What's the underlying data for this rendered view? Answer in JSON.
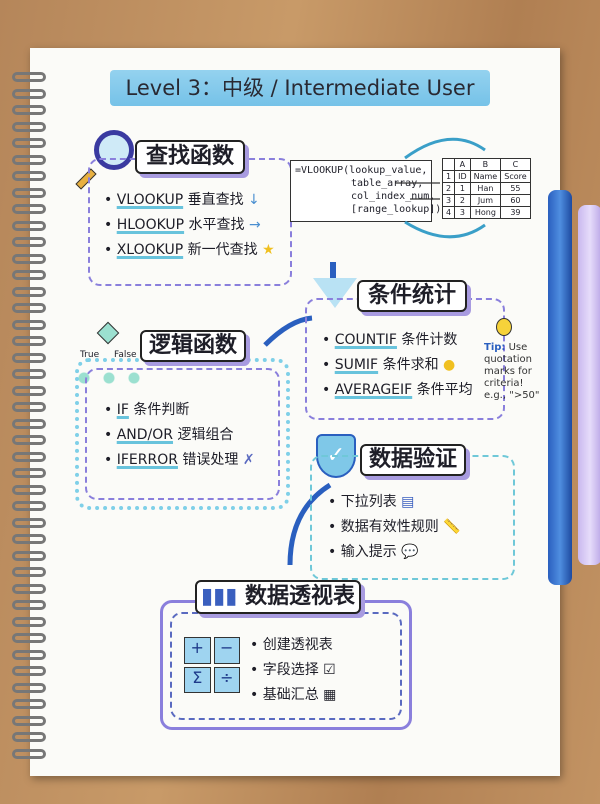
{
  "title": "Level 3：中级 / Intermediate User",
  "lookup": {
    "title": "查找函数",
    "items": [
      {
        "en": "VLOOKUP",
        "zh": "垂直查找",
        "mark": "↓"
      },
      {
        "en": "HLOOKUP",
        "zh": "水平查找",
        "mark": "→"
      },
      {
        "en": "XLOOKUP",
        "zh": "新一代查找",
        "mark": "★"
      }
    ],
    "formula": [
      "=VLOOKUP(lookup_value,",
      "table_array,",
      "col_index_num,",
      "[range_lookup])"
    ],
    "table": {
      "headers": [
        "",
        "A",
        "B",
        "C"
      ],
      "rows": [
        [
          "1",
          "ID",
          "Name",
          "Score"
        ],
        [
          "2",
          "1",
          "Han",
          "55"
        ],
        [
          "3",
          "2",
          "Jum",
          "60"
        ],
        [
          "4",
          "3",
          "Hong",
          "39"
        ]
      ]
    }
  },
  "stats": {
    "title": "条件统计",
    "items": [
      {
        "en": "COUNTIF",
        "zh": "条件计数"
      },
      {
        "en": "SUMIF",
        "zh": "条件求和"
      },
      {
        "en": "AVERAGEIF",
        "zh": "条件平均"
      }
    ],
    "tip_label": "Tip:",
    "tip_text": "Use quotation marks for criteria! e.g., \">50\""
  },
  "logic": {
    "title": "逻辑函数",
    "true_label": "True",
    "false_label": "False",
    "items": [
      {
        "en": "IF",
        "zh": "条件判断"
      },
      {
        "en": "AND/OR",
        "zh": "逻辑组合"
      },
      {
        "en": "IFERROR",
        "zh": "错误处理"
      }
    ]
  },
  "validation": {
    "title": "数据验证",
    "items": [
      "下拉列表",
      "数据有效性规则",
      "输入提示"
    ]
  },
  "pivot": {
    "title": "数据透视表",
    "items": [
      "创建透视表",
      "字段选择",
      "基础汇总"
    ]
  },
  "colors": {
    "accent_blue": "#6fc0e8",
    "accent_purple": "#8a7fdc"
  }
}
